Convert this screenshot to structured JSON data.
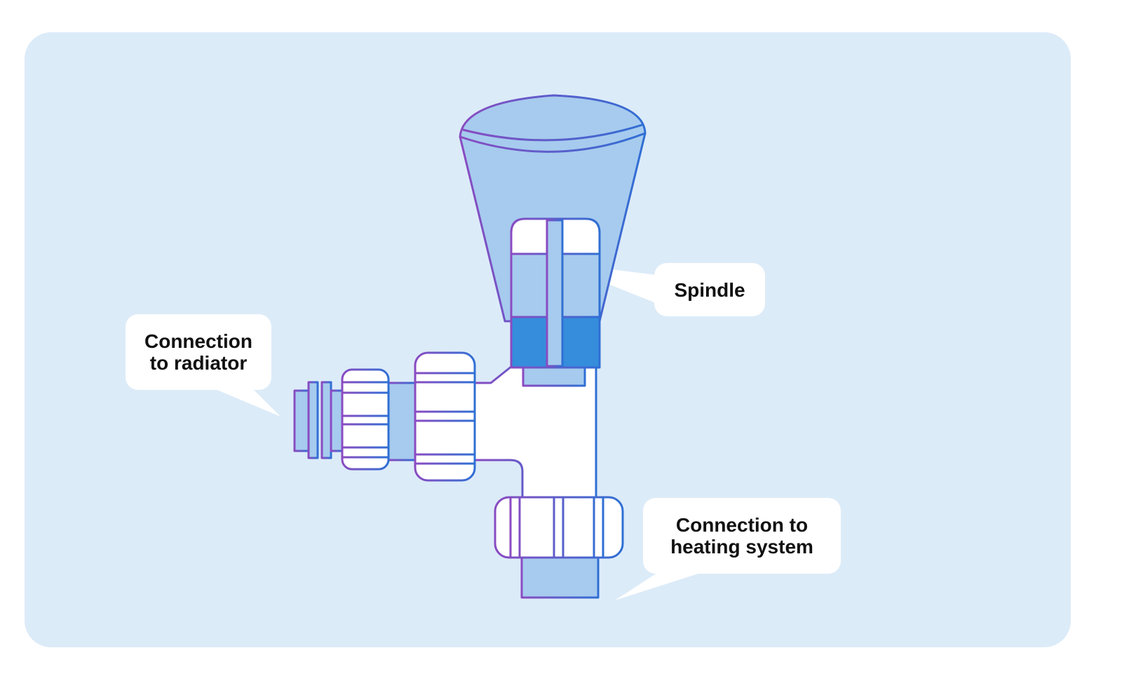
{
  "colors": {
    "panel_background": "#dcebf8",
    "fill_light_blue": "#a6cbee",
    "fill_dark_blue": "#358ddc",
    "fill_white": "#ffffff",
    "outline_purple": "#8a4bc1",
    "outline_blue": "#2f6fd4",
    "callout_background": "#ffffff",
    "label_text": "#111111"
  },
  "labels": {
    "connection_to_radiator": [
      "Connection",
      "to radiator"
    ],
    "spindle": [
      "Spindle"
    ],
    "connection_to_heating_system": [
      "Connection to",
      "heating system"
    ]
  },
  "icons": [
    "radiator-valve-icon"
  ]
}
